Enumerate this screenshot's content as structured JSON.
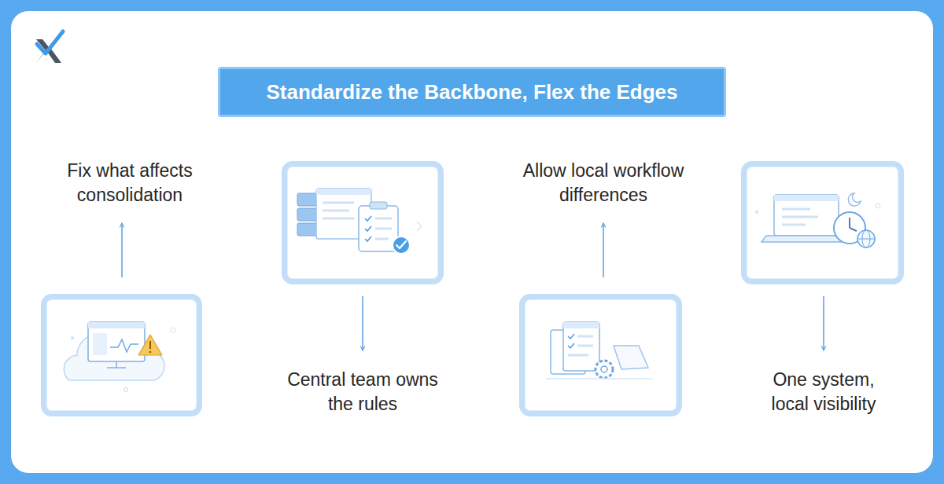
{
  "diagram": {
    "title": "Standardize the Backbone, Flex the Edges",
    "nodes": [
      {
        "text": [
          "Fix what affects consolidation"
        ]
      },
      {
        "text": [
          "Central team owns the rules"
        ]
      },
      {
        "text": [
          "Allow local workflow differences"
        ]
      },
      {
        "text": [
          "One system, local visibility"
        ]
      }
    ]
  }
}
